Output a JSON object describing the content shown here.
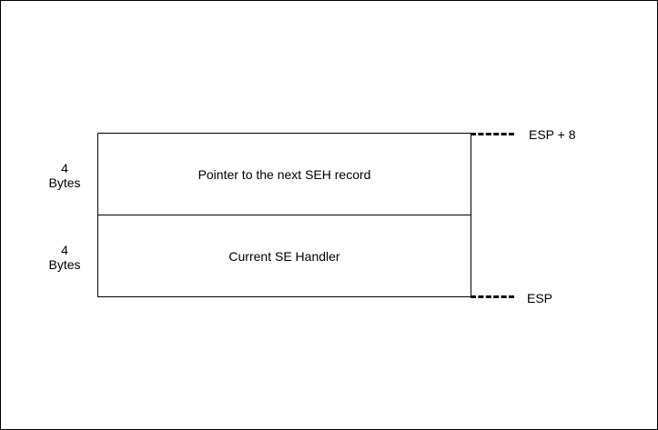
{
  "records": [
    {
      "label": "Pointer to the next SEH record",
      "size_value": "4",
      "size_unit": "Bytes"
    },
    {
      "label": "Current SE Handler",
      "size_value": "4",
      "size_unit": "Bytes"
    }
  ],
  "pointers": {
    "top": "ESP + 8",
    "bottom": "ESP"
  },
  "colors": {
    "stroke": "#000000",
    "background": "#ffffff"
  }
}
